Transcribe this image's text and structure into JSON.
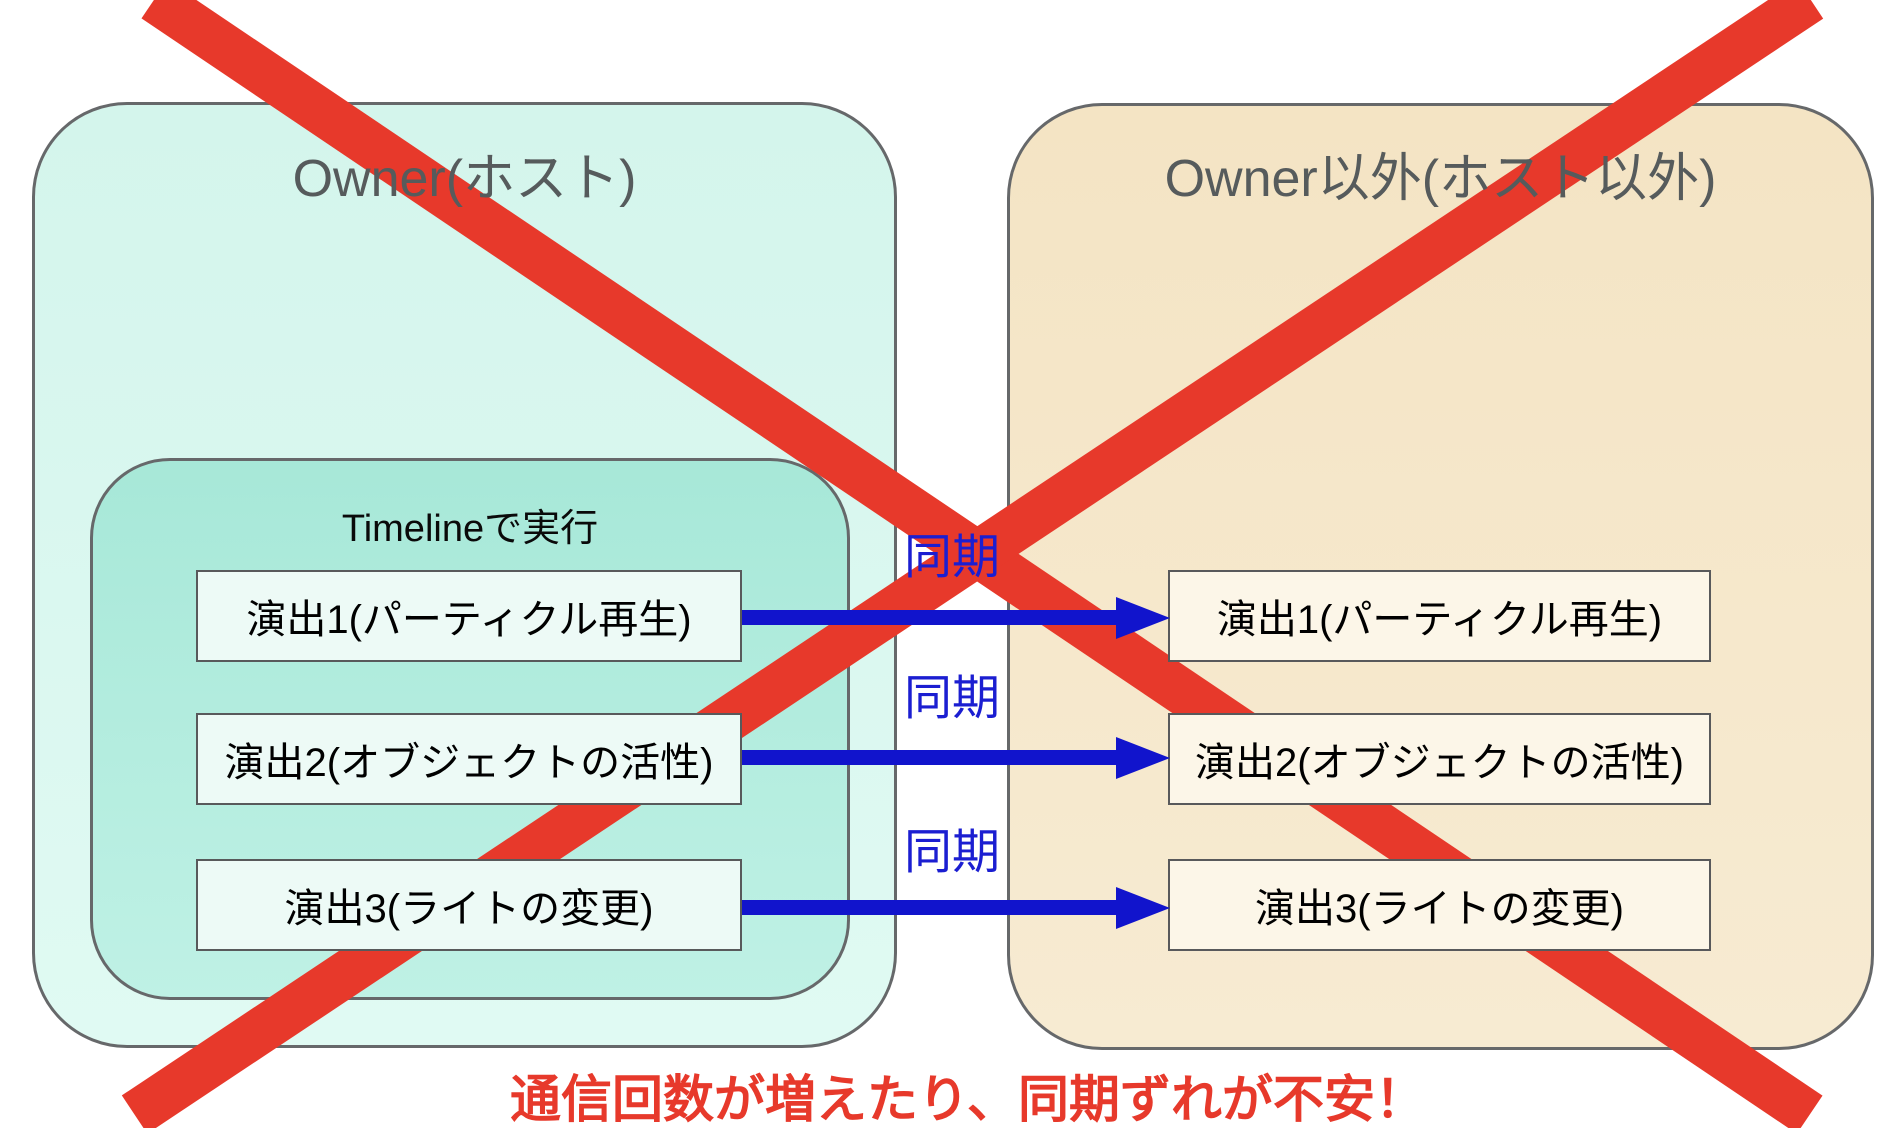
{
  "colors": {
    "red": "#E7392B",
    "blue": "#1114CC",
    "bluetext": "#1B1ED1",
    "mint1": "#D4F5EC",
    "mint2": "#E0FAF3",
    "teal1": "#A7E8D8",
    "teal2": "#BFF1E5",
    "beige1": "#F4E4C4",
    "beige2": "#F7EBD2",
    "itemmint": "#EDFAF6",
    "itemcream": "#FCF6E8",
    "gborder": "#66686A",
    "iborder": "#58595B",
    "titlegray": "#565B5C"
  },
  "left_group": {
    "title": "Owner(ホスト)"
  },
  "timeline_group": {
    "title": "Timelineで実行"
  },
  "right_group": {
    "title": "Owner以外(ホスト以外)"
  },
  "left_items": [
    {
      "label": "演出1(パーティクル再生)"
    },
    {
      "label": "演出2(オブジェクトの活性)"
    },
    {
      "label": "演出3(ライトの変更)"
    }
  ],
  "right_items": [
    {
      "label": "演出1(パーティクル再生)"
    },
    {
      "label": "演出2(オブジェクトの活性)"
    },
    {
      "label": "演出3(ライトの変更)"
    }
  ],
  "sync_arrows": [
    {
      "label": "同期"
    },
    {
      "label": "同期"
    },
    {
      "label": "同期"
    }
  ],
  "caption": "通信回数が増えたり、同期ずれが不安！"
}
